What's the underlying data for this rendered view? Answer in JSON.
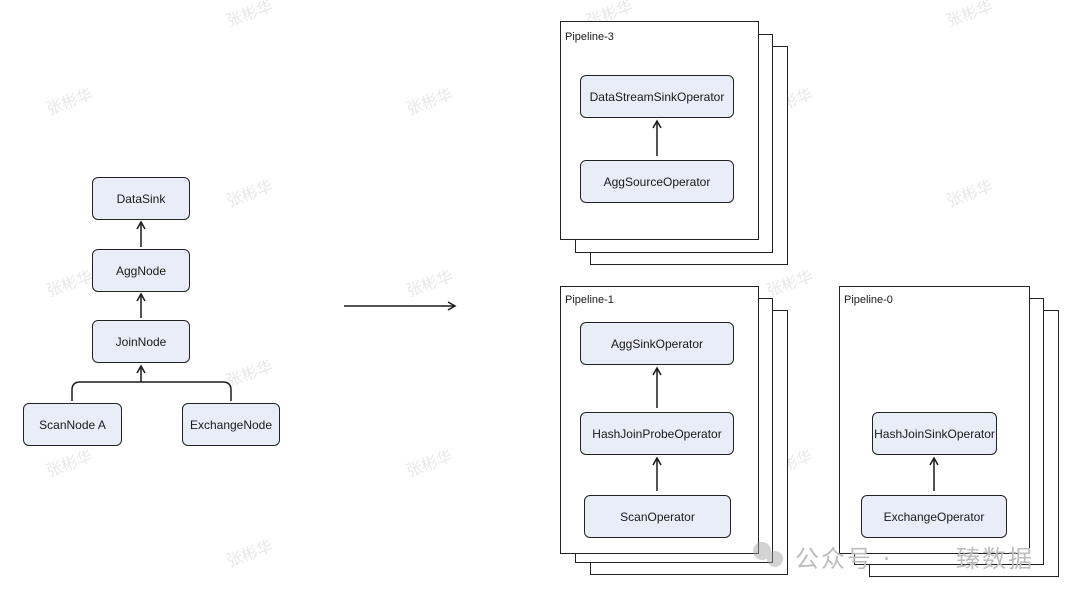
{
  "watermark_text": "张彬华",
  "left_tree": {
    "nodes": {
      "data_sink": "DataSink",
      "agg_node": "AggNode",
      "join_node": "JoinNode",
      "scan_node_a": "ScanNode A",
      "exchange_node": "ExchangeNode"
    }
  },
  "pipelines": {
    "pipeline_3": {
      "label": "Pipeline-3",
      "operators": [
        "DataStreamSinkOperator",
        "AggSourceOperator"
      ]
    },
    "pipeline_1": {
      "label": "Pipeline-1",
      "operators": [
        "AggSinkOperator",
        "HashJoinProbeOperator",
        "ScanOperator"
      ]
    },
    "pipeline_0": {
      "label": "Pipeline-0",
      "operators": [
        "HashJoinSinkOperator",
        "ExchangeOperator"
      ]
    }
  },
  "footer": {
    "brand_left": "公众号 ·",
    "brand_right": "臻数据"
  }
}
